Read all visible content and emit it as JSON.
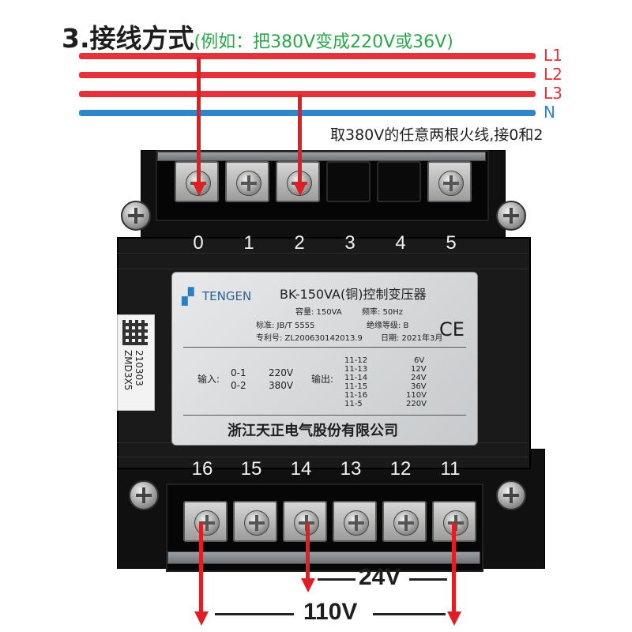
{
  "title": {
    "main": "3.接线方式",
    "sub": "(例如：把380V变成220V或36V)"
  },
  "wires": [
    {
      "label": "L1",
      "color": "#e3323a"
    },
    {
      "label": "L2",
      "color": "#e3323a"
    },
    {
      "label": "L3",
      "color": "#e3323a"
    },
    {
      "label": "N",
      "color": "#2f86c8"
    }
  ],
  "note": "取380V的任意两根火线,接0和2",
  "top_terminals": [
    "0",
    "1",
    "2",
    "3",
    "4",
    "5"
  ],
  "bottom_terminals": [
    "16",
    "15",
    "14",
    "13",
    "12",
    "11"
  ],
  "nameplate": {
    "brand": "TENGEN",
    "model": "BK-150VA(铜)控制变压器",
    "capacity": "容量: 150VA",
    "frequency": "频率: 50Hz",
    "standard": "标准: JB/T 5555",
    "insulation": "绝缘等级:  B",
    "patent": "专利号: ZL200630142013.9",
    "date": "日期: 2021年3月",
    "ce": "CE",
    "input_label": "输入:",
    "inputs": [
      {
        "terminals": "0-1",
        "voltage": "220V"
      },
      {
        "terminals": "0-2",
        "voltage": "380V"
      }
    ],
    "output_label": "输出:",
    "outputs": [
      {
        "terminals": "11-12",
        "voltage": "6V"
      },
      {
        "terminals": "11-13",
        "voltage": "12V"
      },
      {
        "terminals": "11-14",
        "voltage": "24V"
      },
      {
        "terminals": "11-15",
        "voltage": "36V"
      },
      {
        "terminals": "11-16",
        "voltage": "110V"
      },
      {
        "terminals": "11-5",
        "voltage": "220V"
      }
    ],
    "company": "浙江天正电气股份有限公司"
  },
  "sticker": {
    "code1": "210303",
    "code2": "ZMD3X5"
  },
  "output_labels": {
    "low": "24V",
    "high": "110V"
  }
}
